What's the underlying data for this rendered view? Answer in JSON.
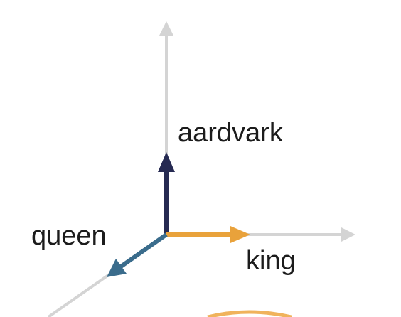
{
  "labels": {
    "aardvark": "aardvark",
    "queen": "queen",
    "king": "king"
  },
  "colors": {
    "axis": "#d4d4d4",
    "aardvark_vector": "#262a52",
    "queen_vector": "#3a6c8c",
    "king_vector": "#e9a23b",
    "bottom_arc": "#f0b35c"
  }
}
